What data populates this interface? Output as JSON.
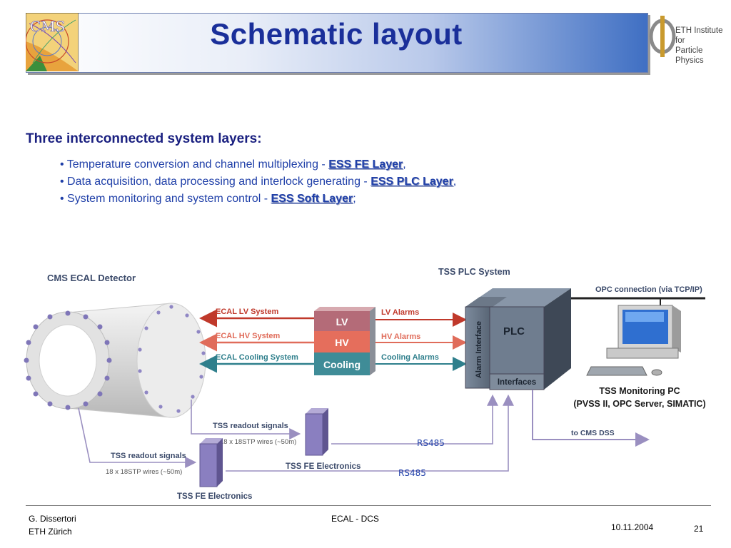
{
  "title": "Schematic layout",
  "eth_logo_text": [
    "ETH Institute for",
    "Particle Physics"
  ],
  "intro_heading": "Three interconnected system layers:",
  "bullets": [
    {
      "text": "• Temperature conversion and channel multiplexing - ",
      "highlight": "ESS FE Layer",
      "tail": ","
    },
    {
      "text": "• Data acquisition, data processing and interlock generating - ",
      "highlight": "ESS PLC Layer",
      "tail": ","
    },
    {
      "text": "• System monitoring and system control - ",
      "highlight": "ESS Soft Layer",
      "tail": ";"
    }
  ],
  "diagram": {
    "detector_title": "CMS ECAL Detector",
    "plc_system_title": "TSS PLC System",
    "systems": [
      {
        "label": "ECAL LV System",
        "block": "LV",
        "alarm": "LV Alarms",
        "color": "#c0392b"
      },
      {
        "label": "ECAL HV System",
        "block": "HV",
        "alarm": "HV Alarms",
        "color": "#e06c5a"
      },
      {
        "label": "ECAL Cooling System",
        "block": "Cooling",
        "alarm": "Cooling Alarms",
        "color": "#2f7f8c"
      }
    ],
    "plc_label": "PLC",
    "alarm_interface_label": "Alarm Interface",
    "interfaces_label": "Interfaces",
    "opc_label": "OPC connection (via TCP/IP)",
    "monitoring_pc_title": "TSS Monitoring PC",
    "monitoring_pc_sub": "(PVSS II, OPC Server, SIMATIC)",
    "to_dss": "to CMS DSS",
    "readout_upper": "TSS readout signals",
    "wires_upper": "18 x 18STP wires (~50m)",
    "readout_lower": "TSS readout signals",
    "wires_lower": "18 x 18STP wires (~50m)",
    "fe_upper": "TSS FE Electronics",
    "fe_lower": "TSS FE  Electronics",
    "rs485_upper": "RS485",
    "rs485_lower": "RS485"
  },
  "footer": {
    "author": "G. Dissertori",
    "institution": "ETH Zürich",
    "center": "ECAL - DCS",
    "date": "10.11.2004",
    "page": "21"
  }
}
